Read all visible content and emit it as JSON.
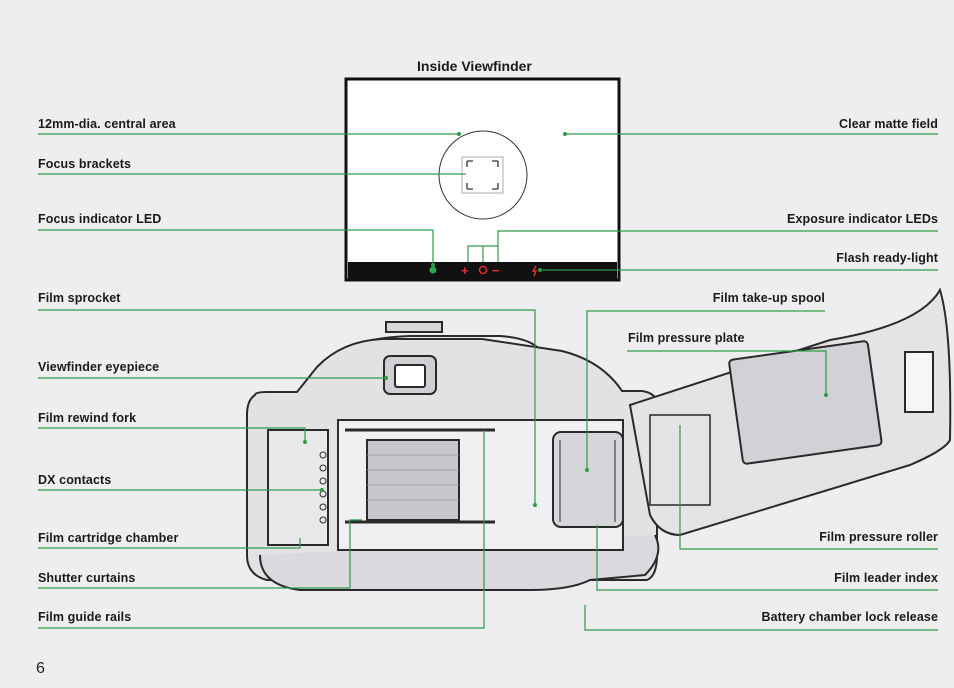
{
  "viewfinder_title": "Inside Viewfinder",
  "page_number": "6",
  "left_labels": [
    {
      "id": "central-area",
      "text": "12mm-dia. central area"
    },
    {
      "id": "focus-brackets",
      "text": "Focus brackets"
    },
    {
      "id": "focus-led",
      "text": "Focus indicator LED"
    },
    {
      "id": "film-sprocket",
      "text": "Film sprocket"
    },
    {
      "id": "viewfinder-eyepiece",
      "text": "Viewfinder eyepiece"
    },
    {
      "id": "film-rewind-fork",
      "text": "Film rewind fork"
    },
    {
      "id": "dx-contacts",
      "text": "DX contacts"
    },
    {
      "id": "film-cartridge-chamber",
      "text": "Film cartridge chamber"
    },
    {
      "id": "shutter-curtains",
      "text": "Shutter curtains"
    },
    {
      "id": "film-guide-rails",
      "text": "Film guide rails"
    }
  ],
  "right_labels": [
    {
      "id": "clear-matte-field",
      "text": "Clear matte field"
    },
    {
      "id": "exposure-leds",
      "text": "Exposure indicator LEDs"
    },
    {
      "id": "flash-ready-light",
      "text": "Flash ready-light"
    },
    {
      "id": "film-take-up-spool",
      "text": "Film take-up spool"
    },
    {
      "id": "film-pressure-plate",
      "text": "Film pressure plate"
    },
    {
      "id": "film-pressure-roller",
      "text": "Film pressure roller"
    },
    {
      "id": "film-leader-index",
      "text": "Film leader index"
    },
    {
      "id": "battery-lock-release",
      "text": "Battery chamber lock release"
    }
  ],
  "viewfinder_symbols": {
    "plus": "+",
    "circle": "o",
    "minus": "−",
    "flash": "⚡"
  },
  "colors": {
    "leader": "#2e9a4a",
    "camera_dark": "#2a2a2a",
    "led_green": "#2ea84f",
    "led_red": "#e03030"
  }
}
